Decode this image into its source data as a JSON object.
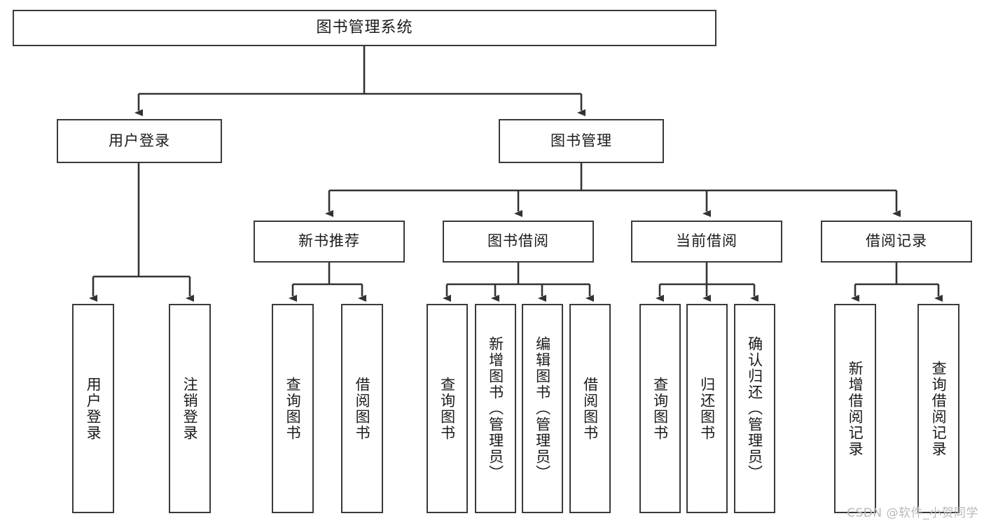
{
  "diagram": {
    "title": "图书管理系统",
    "type": "hierarchy-tree",
    "root": {
      "label": "图书管理系统"
    },
    "level2": [
      {
        "label": "用户登录"
      },
      {
        "label": "图书管理"
      }
    ],
    "level3": [
      {
        "label": "新书推荐"
      },
      {
        "label": "图书借阅"
      },
      {
        "label": "当前借阅"
      },
      {
        "label": "借阅记录"
      }
    ],
    "leaves": {
      "user_login": [
        {
          "label": "用户登录"
        },
        {
          "label": "注销登录"
        }
      ],
      "new_book_recommend": [
        {
          "label": "查询图书"
        },
        {
          "label": "借阅图书"
        }
      ],
      "book_borrow": [
        {
          "label": "查询图书"
        },
        {
          "label": "新增图书（管理员）"
        },
        {
          "label": "编辑图书（管理员）"
        },
        {
          "label": "借阅图书"
        }
      ],
      "current_borrow": [
        {
          "label": "查询图书"
        },
        {
          "label": "归还图书"
        },
        {
          "label": "确认归还（管理员）"
        }
      ],
      "borrow_record": [
        {
          "label": "新增借阅记录"
        },
        {
          "label": "查询借阅记录"
        }
      ]
    }
  },
  "watermark": {
    "text": "CSDN @软件_小贺同学"
  },
  "colors": {
    "box_border": "#3a3a3a",
    "box_fill": "#ffffff",
    "connector": "#333333",
    "text": "#1b1b1b",
    "watermark": "#b9b9b9"
  }
}
